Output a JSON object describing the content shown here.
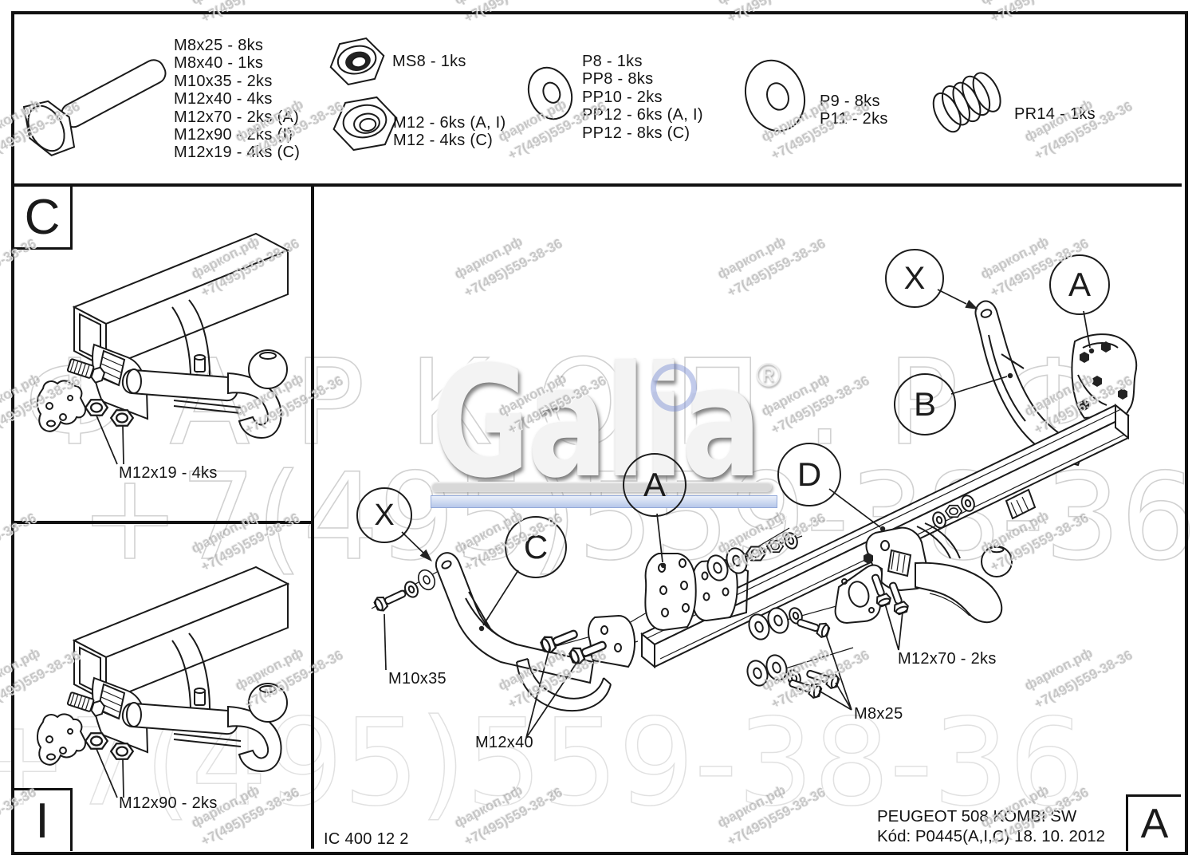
{
  "watermark": {
    "tile_line1": "фаркоп.рф",
    "tile_line2": "+7(495)559-38-36",
    "big_line1": "ФАРКОП.РФ",
    "big_line2": "+7(495)559-38-36",
    "big_line3": "+7(495)559-38-36",
    "logo_text": "Galia",
    "registered_mark": "®",
    "accent_blue": "#9db4e4",
    "outline_gray": "#c6c6c6"
  },
  "parts_strip": {
    "bolt_sizes": [
      "M8x25 - 8ks",
      "M8x40 - 1ks",
      "M10x35 - 2ks",
      "M12x40 - 4ks",
      "M12x70 - 2ks (A)",
      "M12x90 - 2ks (I)",
      "M12x19 - 4ks (C)"
    ],
    "lock_nut": "MS8 - 1ks",
    "nuts": [
      "M12 - 6ks (A, I)",
      "M12 - 4ks (C)"
    ],
    "washers": [
      "P8 - 1ks",
      "PP8 - 8ks",
      "PP10 - 2ks",
      "PP12 - 6ks (A, I)",
      "PP12 - 8ks (C)"
    ],
    "large_washers": [
      "P9 - 8ks",
      "P11 - 2ks"
    ],
    "spring": "PR14 - 1ks"
  },
  "panel_c": {
    "corner_label": "C",
    "part_label": "M12x19 - 4ks"
  },
  "panel_i": {
    "corner_label": "I",
    "part_label": "M12x90 - 2ks"
  },
  "main_view": {
    "corner_label": "A",
    "callout_x_left": "X",
    "callout_c": "C",
    "callout_a_mid": "A",
    "callout_d": "D",
    "callout_b": "B",
    "callout_x_top": "X",
    "callout_a_top": "A",
    "label_m10x35": "M10x35",
    "label_m12x40": "M12x40",
    "label_m8x25": "M8x25",
    "label_m12x70": "M12x70 - 2ks",
    "doc_number": "IC 400 12 2",
    "title_line1": "PEUGEOT 508 KOMBI SW",
    "title_line2": "Kód: P0445(A,I,C)  18. 10. 2012"
  }
}
